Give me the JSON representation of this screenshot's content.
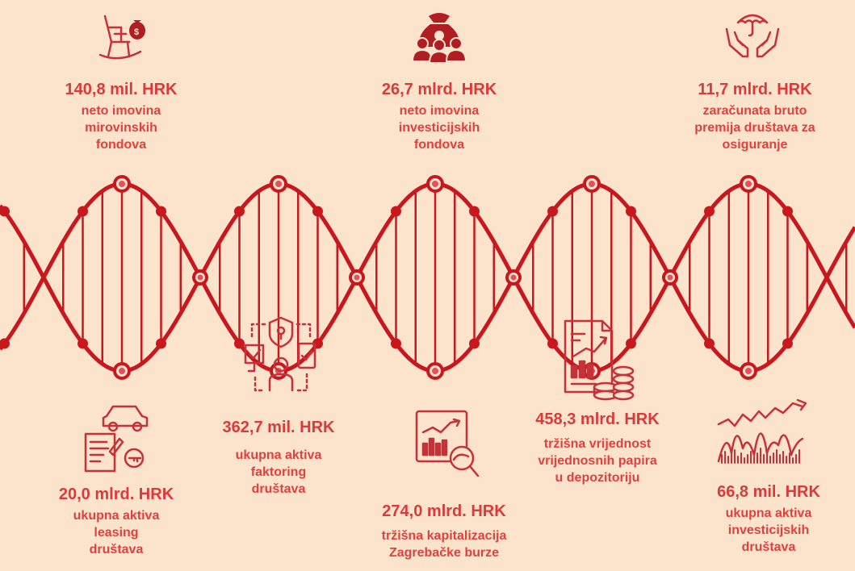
{
  "colors": {
    "background": "#fce3cc",
    "helix": "#c8181e",
    "text": "#dc3a3a",
    "icon_dark": "#b01e23",
    "icon_line": "#c8303a"
  },
  "stats": [
    {
      "id": "pension",
      "value": "140,8 mil. HRK",
      "lines": [
        "neto imovina",
        "mirovinskih",
        "fondova"
      ],
      "icon": "rocking-chair-money-bag-icon"
    },
    {
      "id": "investment-funds",
      "value": "26,7 mlrd. HRK",
      "lines": [
        "neto imovina",
        "investicijskih",
        "fondova"
      ],
      "icon": "money-bag-people-icon"
    },
    {
      "id": "insurance",
      "value": "11,7 mlrd. HRK",
      "lines": [
        "zaračunata bruto",
        "premija društava za",
        "osiguranje"
      ],
      "icon": "umbrella-hands-icon"
    },
    {
      "id": "leasing",
      "value": "20,0 mlrd. HRK",
      "lines": [
        "ukupna aktiva",
        "leasing",
        "društava"
      ],
      "icon": "car-contract-key-icon"
    },
    {
      "id": "factoring",
      "value": "362,7 mil. HRK",
      "lines": [
        "ukupna aktiva",
        "faktoring",
        "društava"
      ],
      "icon": "secure-network-person-icon"
    },
    {
      "id": "market-cap",
      "value": "274,0 mlrd. HRK",
      "lines": [
        "tržišna kapitalizacija",
        "Zagrebačke burze"
      ],
      "icon": "chart-magnifier-icon"
    },
    {
      "id": "depository",
      "value": "458,3 mlrd. HRK",
      "lines": [
        "tržišna vrijednost",
        "vrijednosnih papira",
        "u depozitoriju"
      ],
      "icon": "report-coins-icon"
    },
    {
      "id": "investment-companies",
      "value": "66,8 mil. HRK",
      "lines": [
        "ukupna aktiva",
        "investicijskih",
        "društava"
      ],
      "icon": "stock-trend-icon"
    }
  ]
}
